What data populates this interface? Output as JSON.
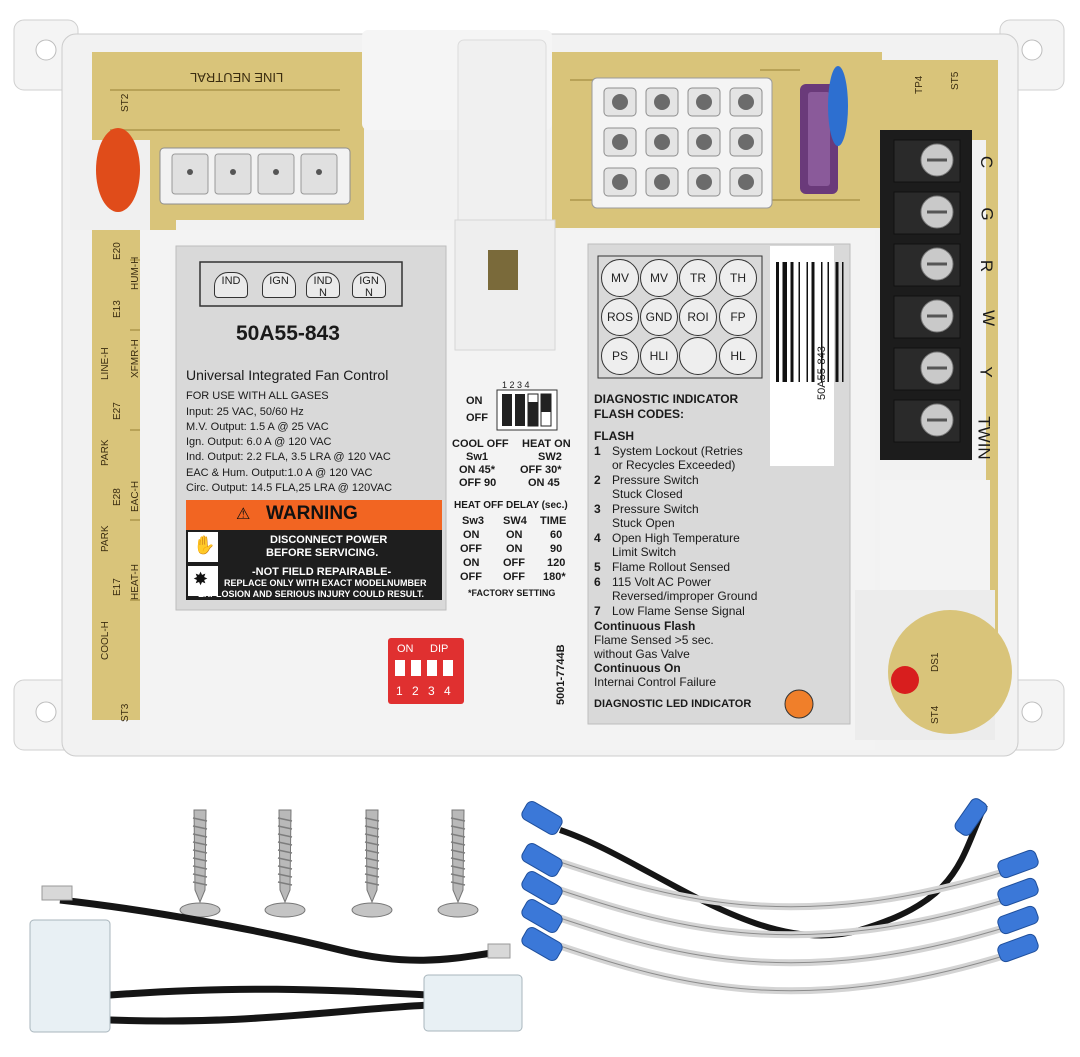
{
  "label": {
    "model": "50A55-843",
    "title": "Universal Integrated Fan Control",
    "specs": [
      "FOR USE WITH ALL GASES",
      "Input: 25 VAC, 50/60 Hz",
      "M.V. Output: 1.5 A @ 25 VAC",
      "Ign. Output: 6.0 A @ 120 VAC",
      "Ind. Output: 2.2 FLA, 3.5 LRA @ 120 VAC",
      "EAC & Hum. Output:1.0 A @ 120 VAC",
      "Circ. Output: 14.5 FLA,25 LRA @ 120VAC"
    ],
    "connector_pills": [
      {
        "top": "IND",
        "bottom": ""
      },
      {
        "top": "IGN",
        "bottom": ""
      },
      {
        "top": "IND",
        "bottom": "N"
      },
      {
        "top": "IGN",
        "bottom": "N"
      }
    ],
    "warning_title": "WARNING",
    "warning_line1": "DISCONNECT POWER",
    "warning_line2": "BEFORE SERVICING.",
    "warning_line3": "-NOT FIELD REPAIRABLE-",
    "warning_line4": "REPLACE ONLY WITH EXACT MODELNUMBER",
    "warning_line5": "EXPLOSION AND SERIOUS INJURY COULD RESULT."
  },
  "dip_labels": {
    "numbers": "1  2  3  4",
    "on": "ON",
    "off": "OFF",
    "cool_off": "COOL OFF",
    "sw1": "Sw1",
    "sw1_on": "ON 45*",
    "sw1_off": "OFF 90",
    "heat_on": "HEAT ON",
    "sw2": "SW2",
    "sw2_off": "OFF 30*",
    "sw2_on": "ON 45",
    "heat_off_delay": "HEAT OFF DELAY (sec.)",
    "table_header": [
      "Sw3",
      "SW4",
      "TIME"
    ],
    "table_rows": [
      [
        "ON",
        "ON",
        "60"
      ],
      [
        "OFF",
        "ON",
        "90"
      ],
      [
        "ON",
        "OFF",
        "120"
      ],
      [
        "OFF",
        "OFF",
        "180*"
      ]
    ],
    "factory_setting": "*FACTORY SETTING"
  },
  "red_dip": {
    "on": "ON",
    "dip": "DIP",
    "numbers": [
      "1",
      "2",
      "3",
      "4"
    ]
  },
  "diagnostic": {
    "circles": [
      "MV",
      "MV",
      "TR",
      "TH",
      "ROS",
      "GND",
      "ROI",
      "FP",
      "PS",
      "HLI",
      "",
      "HL"
    ],
    "barcode_text": "50A55-843",
    "heading1": "DIAGNOSTIC INDICATOR",
    "heading2": "FLASH CODES:",
    "flash": "FLASH",
    "codes": [
      {
        "num": "1",
        "line1": "System Lockout (Retries",
        "line2": "or Recycles Exceeded)"
      },
      {
        "num": "2",
        "line1": "Pressure Switch",
        "line2": "Stuck Closed"
      },
      {
        "num": "3",
        "line1": "Pressure Switch",
        "line2": "Stuck Open"
      },
      {
        "num": "4",
        "line1": "Open High Temperature",
        "line2": "Limit Switch"
      },
      {
        "num": "5",
        "line1": " Flame Rollout Sensed",
        "line2": ""
      },
      {
        "num": "6",
        "line1": "115 Volt AC Power",
        "line2": "Reversed/improper Ground"
      },
      {
        "num": "7",
        "line1": "Low Flame Sense Signal",
        "line2": ""
      }
    ],
    "continuous_flash": "Continuous Flash",
    "cf_line1": "Flame Sensed >5 sec.",
    "cf_line2": "without Gas Valve",
    "continuous_on": "Continuous On",
    "co_line1": "Internai Control Failure",
    "part_number": "5001-7744B",
    "led_label": "DIAGNOSTIC LED INDICATOR"
  },
  "terminal_labels": [
    "C",
    "G",
    "R",
    "W",
    "Y",
    "TWIN"
  ],
  "pcb_labels": {
    "neutral": "LINE NEUTRAL",
    "hum_h": "HUM-H",
    "xfmr_h": "XFMR-H",
    "line_h": "LINE-H",
    "park1": "PARK",
    "eac_h": "EAC-H",
    "park2": "PARK",
    "heat_h": "HEAT-H",
    "cool_h": "COOL-H",
    "e20": "E20",
    "e13": "E13",
    "e27": "E27",
    "e28": "E28",
    "e17": "E17",
    "st2": "ST2",
    "st3": "ST3",
    "st4": "ST4",
    "st5": "ST5",
    "tp4": "TP4",
    "ds1": "DS1"
  },
  "colors": {
    "pcb": "#d9c47a",
    "housing": "#f2f2f2",
    "label_bg": "#d8d8d8",
    "warning_orange": "#f26522",
    "dip_red": "#e03030",
    "led_orange": "#f07f2a",
    "terminal_black": "#1c1c1c"
  }
}
